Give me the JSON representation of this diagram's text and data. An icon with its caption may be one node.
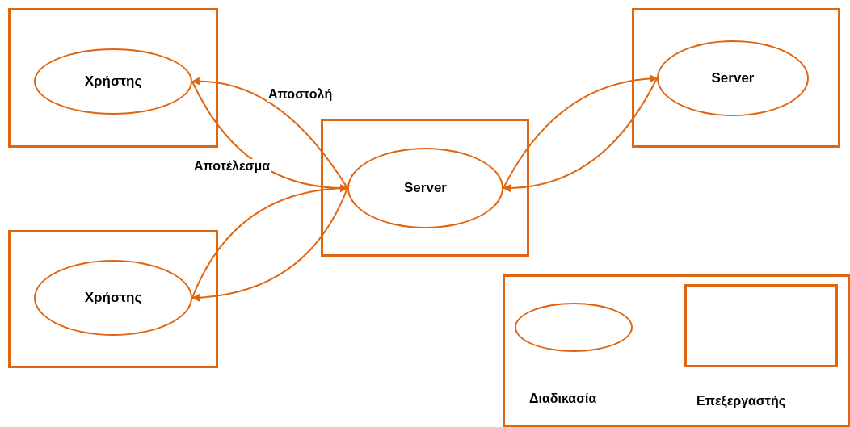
{
  "diagram": {
    "nodes": [
      {
        "text": [],
        "shape": "box"
      },
      {
        "text": [
          "Χρήστης"
        ],
        "in": 0
      },
      {
        "text": [],
        "shape": "box"
      },
      {
        "text": [
          "Server"
        ],
        "in": 2
      },
      {
        "text": [],
        "shape": "box"
      },
      {
        "text": [
          "Server"
        ],
        "in": 4
      },
      {
        "text": [],
        "shape": "box"
      },
      {
        "text": [
          "Χρήστης"
        ],
        "in": 6
      },
      {
        "text": [],
        "shape": "box"
      },
      {
        "text": [],
        "shape": "ellipse",
        "in": 8,
        "beside": [
          "Διαδικασία"
        ]
      },
      {
        "text": [],
        "shape": "box",
        "in": 8,
        "beside": [
          "Επεξεργαστής"
        ]
      }
    ],
    "edges": [
      {
        "from": 5,
        "to": 1,
        "arrow": "to",
        "label": "Αποστολή"
      },
      {
        "from": 1,
        "to": 5,
        "arrow": "to",
        "label": "Αποτέλεσμα"
      },
      {
        "from": 7,
        "to": 5,
        "arrow": "to"
      },
      {
        "from": 5,
        "to": 7,
        "arrow": "to"
      },
      {
        "from": 5,
        "to": 3,
        "arrow": "to"
      },
      {
        "from": 3,
        "to": 5,
        "arrow": "to"
      }
    ]
  }
}
